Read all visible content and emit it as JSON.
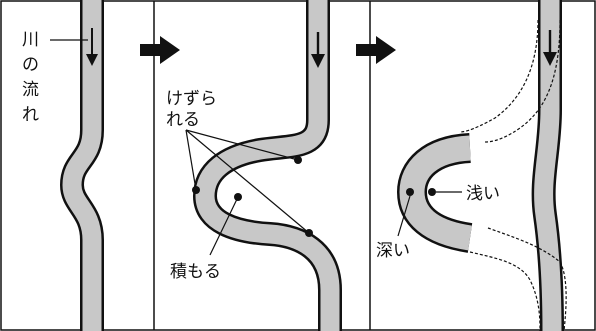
{
  "labels": {
    "river_flow": [
      "川",
      "の",
      "流",
      "れ"
    ],
    "eroded": [
      "けずら",
      "れる"
    ],
    "deposited": "積もる",
    "shallow": "浅い",
    "deep": "深い"
  },
  "colors": {
    "river": "#c8c8c8",
    "outline": "#111111",
    "background": "#ffffff"
  },
  "icons": [
    "flow-arrow-icon",
    "stage-arrow-icon"
  ]
}
